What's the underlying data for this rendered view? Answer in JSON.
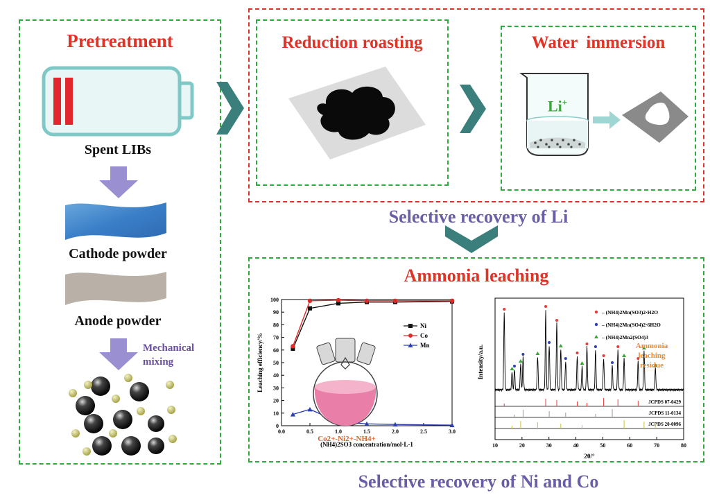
{
  "pretreatment": {
    "title": "Pretreatment",
    "battery_label": "Spent LIBs",
    "cathode_label": "Cathode powder",
    "anode_label": "Anode powder",
    "mix_line1": "Mechanical",
    "mix_line2": "mixing"
  },
  "reduction": {
    "title": "Reduction roasting"
  },
  "water": {
    "title": "Water  immersion",
    "ion": "Li",
    "ion_sup": "+"
  },
  "li_recovery": {
    "label": "Selective recovery of Li"
  },
  "ammonia": {
    "title": "Ammonia leaching"
  },
  "nico_recovery": {
    "label": "Selective recovery of Ni and Co"
  },
  "colors": {
    "title_red": "#e03328",
    "frame_green": "#2eaa3c",
    "frame_red": "#e0302a",
    "arrow_teal": "#3a7f7c",
    "arrow_purple": "#9a8fd0",
    "label_purple": "#6a5fa6"
  },
  "chart_data": [
    {
      "type": "line",
      "xlabel": "(NH4)2SO3 concentration/mol·L-1",
      "ylabel": "Leaching efficiency/%",
      "xlim": [
        0.0,
        3.0
      ],
      "ylim": [
        0,
        100
      ],
      "xticks": [
        "0.0",
        "0.5",
        "1.0",
        "1.5",
        "2.0",
        "2.5",
        "3.0"
      ],
      "yticks": [
        "0",
        "10",
        "20",
        "30",
        "40",
        "50",
        "60",
        "70",
        "80",
        "90",
        "100"
      ],
      "x": [
        0.2,
        0.5,
        1.0,
        1.5,
        2.0,
        3.0
      ],
      "series": [
        {
          "name": "Ni",
          "color": "#111111",
          "marker": "square",
          "values": [
            61,
            93,
            97,
            98,
            98,
            98.5
          ]
        },
        {
          "name": "Co",
          "color": "#e02a2a",
          "marker": "circle",
          "values": [
            63,
            99,
            99.5,
            99,
            99,
            99
          ]
        },
        {
          "name": "Mn",
          "color": "#2b3fb0",
          "marker": "triangle",
          "values": [
            9,
            13,
            3,
            1.5,
            1,
            0.5
          ]
        }
      ],
      "annotation": "Co2+-Ni2+-NH4+"
    },
    {
      "type": "line",
      "xlabel": "2θ/°",
      "ylabel": "Intensity/a.u.",
      "xlim": [
        10,
        80
      ],
      "xticks": [
        "10",
        "20",
        "30",
        "40",
        "50",
        "60",
        "70",
        "80"
      ],
      "legend": [
        "(NH4)2Mn(SO3)2·H2O",
        "(NH4)2Mn(SO4)2·6H2O",
        "(NH4)2Mn2(SO4)3"
      ],
      "annotation": [
        "Ammonia",
        "leaching",
        "residue"
      ],
      "references": [
        "JCPDS 07-0429",
        "JCPDS 11-0134",
        "JCPDS 20-0096"
      ],
      "peaks_red": [
        13.4,
        28.8,
        32.9,
        40.5,
        44.1,
        50.3,
        55.6,
        63.1
      ],
      "peaks_blue": [
        17.2,
        20.4,
        30.1,
        36.2,
        47.3,
        53.5
      ],
      "peaks_green": [
        16.3,
        19.5,
        25.8,
        34.4,
        42.3,
        57.9,
        65.3,
        69.5
      ]
    }
  ]
}
